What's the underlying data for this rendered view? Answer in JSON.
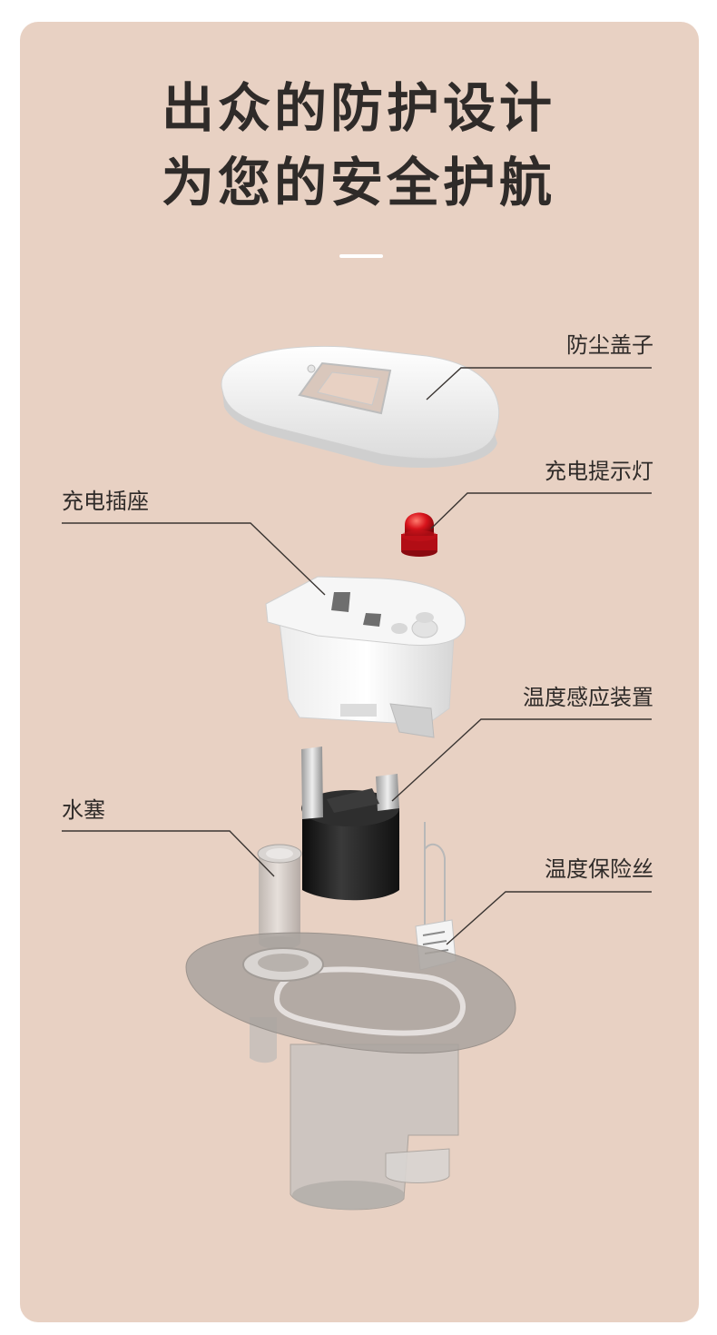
{
  "header": {
    "title_line1": "出众的防护设计",
    "title_line2": "为您的安全护航"
  },
  "callouts": {
    "dust_cover": "防尘盖子",
    "charging_light": "充电提示灯",
    "charging_socket": "充电插座",
    "temperature_sensor": "温度感应装置",
    "water_plug": "水塞",
    "thermal_fuse": "温度保险丝"
  },
  "colors": {
    "background": "#e8d1c3",
    "text": "#2f2b29",
    "leader_line": "#3a3532",
    "led": "#d8141c",
    "sensor": "#1a1a1a",
    "housing": "#b9b3ae"
  }
}
